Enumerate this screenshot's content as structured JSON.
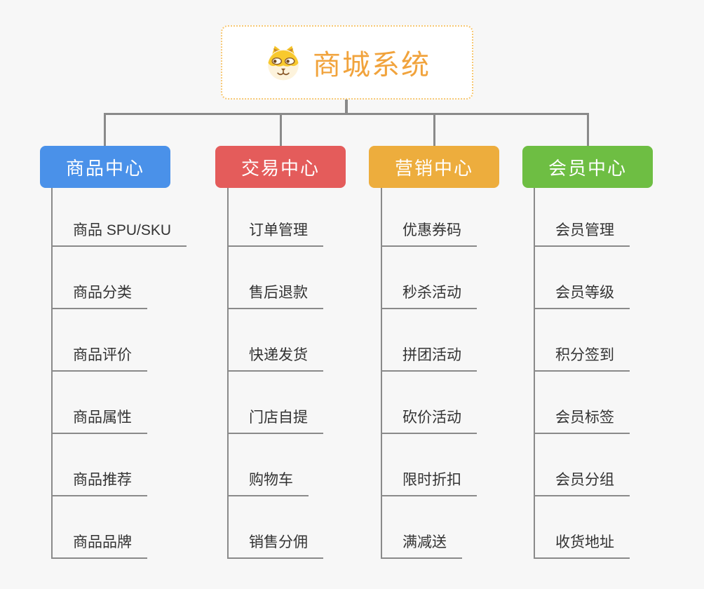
{
  "root": {
    "title": "商城系统",
    "icon": "dog-face-icon",
    "title_color": "#F1A33C",
    "border_color": "#F7C873"
  },
  "branches": [
    {
      "label": "商品中心",
      "color": "#4A91E9",
      "items": [
        "商品 SPU/SKU",
        "商品分类",
        "商品评价",
        "商品属性",
        "商品推荐",
        "商品品牌"
      ]
    },
    {
      "label": "交易中心",
      "color": "#E45C5B",
      "items": [
        "订单管理",
        "售后退款",
        "快递发货",
        "门店自提",
        "购物车",
        "销售分佣"
      ]
    },
    {
      "label": "营销中心",
      "color": "#EDAD3D",
      "items": [
        "优惠券码",
        "秒杀活动",
        "拼团活动",
        "砍价活动",
        "限时折扣",
        "满减送"
      ]
    },
    {
      "label": "会员中心",
      "color": "#6EBE43",
      "items": [
        "会员管理",
        "会员等级",
        "积分签到",
        "会员标签",
        "会员分组",
        "收货地址"
      ]
    }
  ],
  "connector_color": "#8A8A8A",
  "background_color": "#F7F7F7"
}
